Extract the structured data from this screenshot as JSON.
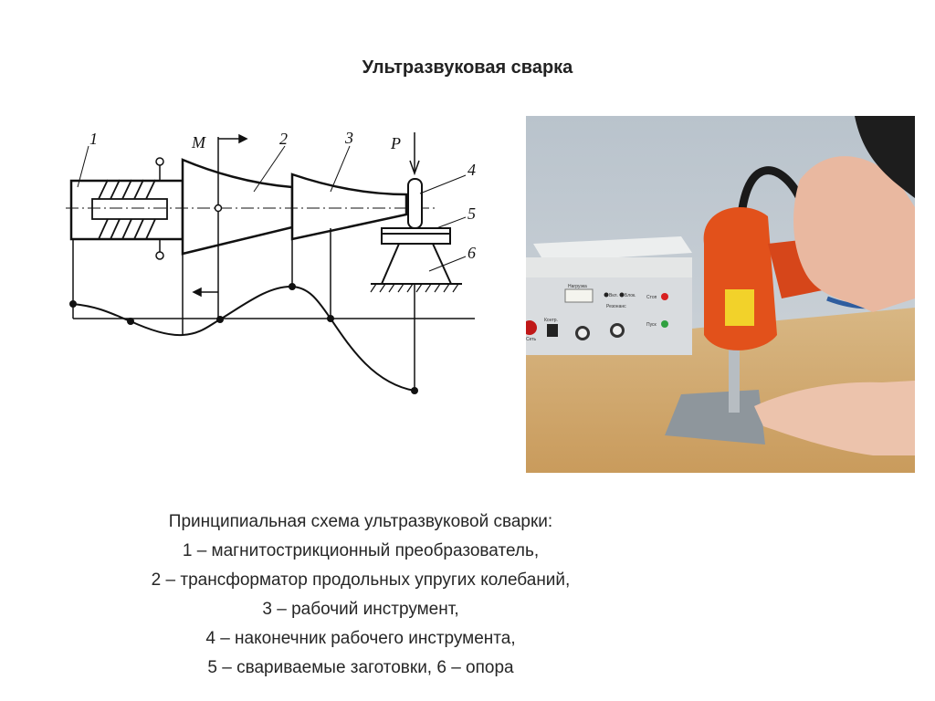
{
  "slide": {
    "title": "Ультразвуковая сварка",
    "diagram_labels": {
      "l1": "1",
      "l2": "2",
      "l3": "3",
      "l4": "4",
      "l5": "5",
      "l6": "6",
      "M": "M",
      "P": "P"
    },
    "photo_labels": {
      "load": "Нагрузка",
      "on": "Вкл.",
      "block": "Блок.",
      "resonance": "Резонанс",
      "stop": "Стоп",
      "start": "Пуск",
      "power": "Сеть",
      "control": "Контр."
    },
    "caption": [
      "Принципиальная схема ультразвуковой сварки:",
      "1 – магнитострикционный преобразователь,",
      "2 – трансформатор продольных упругих колебаний,",
      "3 – рабочий инструмент,",
      "4 – наконечник рабочего инструмента,",
      "5 – свариваемые заготовки, 6 – опора"
    ]
  }
}
